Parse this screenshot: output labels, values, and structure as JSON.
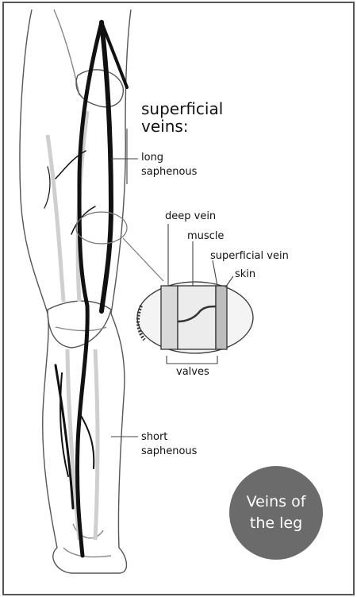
{
  "labels": {
    "superficial_veins": "superficial veins:",
    "long_saphenous": "long saphenous",
    "deep_vein": "deep vein",
    "muscle": "muscle",
    "superficial_vein": "superficial vein",
    "skin": "skin",
    "valves": "valves",
    "short_saphenous": "short saphenous"
  },
  "badge": {
    "text": "Veins of the leg",
    "color": "#6b6b6b"
  }
}
